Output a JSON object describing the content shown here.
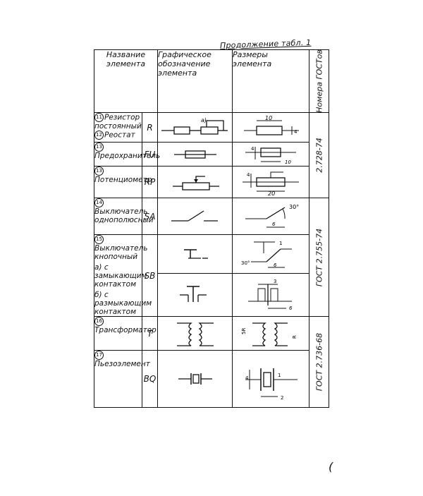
{
  "caption": "Продолжение табл. 1",
  "headers": {
    "name": "Название элемента",
    "graphic": "Графическое обозначение элемента",
    "dims": "Размеры элемента",
    "standard": "Номера ГОСТов"
  },
  "rows": [
    {
      "nums": [
        "11",
        "12"
      ],
      "name_a": "Резистор постоянный",
      "name_b": "Реостат",
      "code": "R"
    },
    {
      "nums": [
        "13"
      ],
      "name": "Предохранитель",
      "code": "FU"
    },
    {
      "nums": [
        "13"
      ],
      "name": "Потенциометр",
      "code": "RP"
    },
    {
      "nums": [
        "14"
      ],
      "name": "Выключатель однополюсный",
      "code": "SA"
    },
    {
      "nums": [
        "15"
      ],
      "name": "Выключатель кнопочный",
      "sub_a": "а) с замыкающим контактом",
      "sub_b": "б) с размыкающим контактом",
      "code": "SB"
    },
    {
      "nums": [
        "16"
      ],
      "name": "Трансформатор",
      "code": "T"
    },
    {
      "nums": [
        "17"
      ],
      "name": "Пьезоэлемент",
      "code": "BQ"
    }
  ],
  "standards": [
    "2.728-74",
    "ГОСТ 2.755-74",
    "ГОСТ 2.736-68"
  ],
  "dims_labels": {
    "resistor_top": "10",
    "resistor_side": "4",
    "resistor_marker": "а)",
    "fuse_h": "4",
    "fuse_w": "10",
    "pot_h": "4",
    "pot_w": "20",
    "switch_angle": "30°",
    "switch_len": "6",
    "button_angle": "30°",
    "button_len": "6",
    "button_small": "1",
    "button_b_top": "3",
    "button_b_len": "6",
    "transformer_a": "5R",
    "transformer_b": "R",
    "piezo_w": "1",
    "piezo_l": "2",
    "piezo_h": "4"
  },
  "margin_mark": "("
}
